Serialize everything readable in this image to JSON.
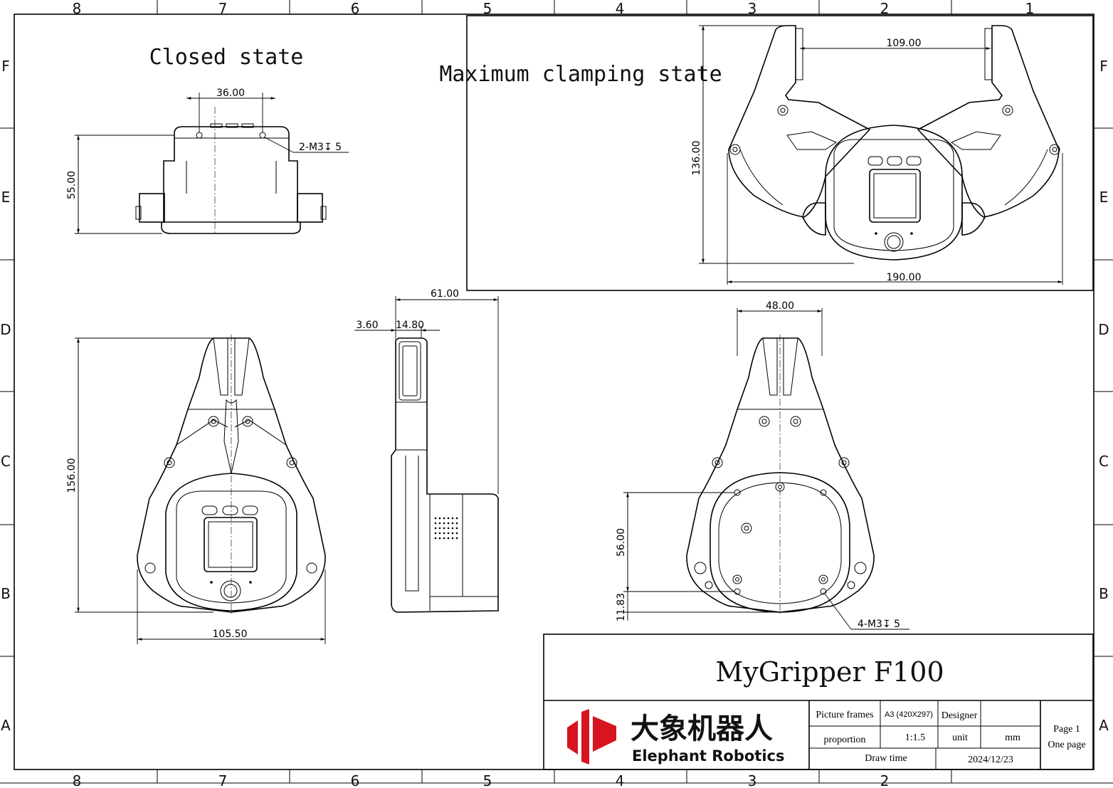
{
  "drawing": {
    "zones_top": [
      "8",
      "7",
      "6",
      "5",
      "4",
      "3",
      "2",
      "1"
    ],
    "zones_side": [
      "F",
      "E",
      "D",
      "C",
      "B",
      "A"
    ],
    "views": {
      "closed_state": {
        "title": "Closed state",
        "width_dim": "36.00",
        "height_dim": "55.00",
        "hole_note": "2-M3↧ 5"
      },
      "max_clamp": {
        "title": "Maximum clamping state",
        "opening_dim": "109.00",
        "height_dim": "136.00",
        "width_dim": "190.00"
      },
      "front": {
        "height_dim": "156.00",
        "width_dim": "105.50"
      },
      "side": {
        "depth_dim": "61.00",
        "offset_dim": "3.60",
        "finger_dim": "14.80"
      },
      "back": {
        "width_dim": "48.00",
        "hole_span_dim": "56.00",
        "hole_offset_dim": "11.83",
        "hole_note": "4-M3↧ 5"
      }
    }
  },
  "title_block": {
    "product_name": "MyGripper F100",
    "logo_cn": "大象机器人",
    "logo_en": "Elephant Robotics",
    "picture_frames_label": "Picture frames",
    "picture_frames_value": "A3 (420X297)",
    "designer_label": "Designer",
    "designer_value": "",
    "proportion_label": "proportion",
    "proportion_value": "1:1.5",
    "unit_label": "unit",
    "unit_value": "mm",
    "draw_time_label": "Draw time",
    "draw_time_value": "2024/12/23",
    "page_label": "Page 1",
    "page_count": "One page"
  },
  "colors": {
    "logo_red": "#d7141f",
    "line": "#000000"
  }
}
